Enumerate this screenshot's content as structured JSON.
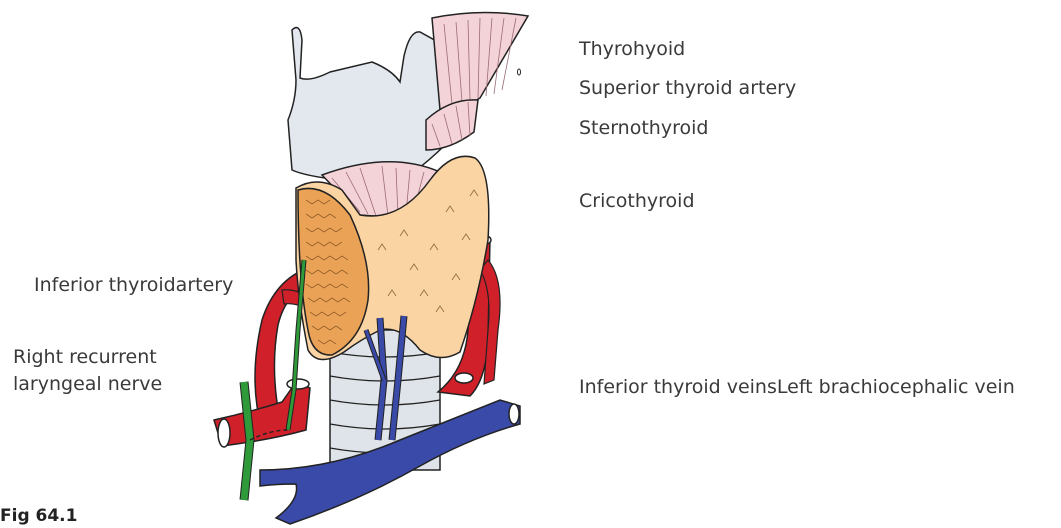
{
  "labels": {
    "thyrohyoid": "Thyrohyoid",
    "superior_thyroid_artery": "Superior thyroid artery",
    "sternothyroid": "Sternothyroid",
    "cricothyroid": "Cricothyroid",
    "inferior_thyroid_artery": "Inferior thyroidartery",
    "right_recurrent_1": "Right recurrent",
    "right_recurrent_2": "laryngeal nerve",
    "inferior_thyroid_veins": "Inferior thyroid veinsLeft brachiocephalic vein"
  },
  "caption": "Fig 64.1",
  "colors": {
    "cartilage": "#e3e8ee",
    "muscle": "#f3d3d8",
    "thyroid": "#fbd4a4",
    "artery": "#d0202a",
    "vein": "#3a4aa8",
    "nerve": "#2e9a3a",
    "trachea": "#dfe3ea"
  }
}
